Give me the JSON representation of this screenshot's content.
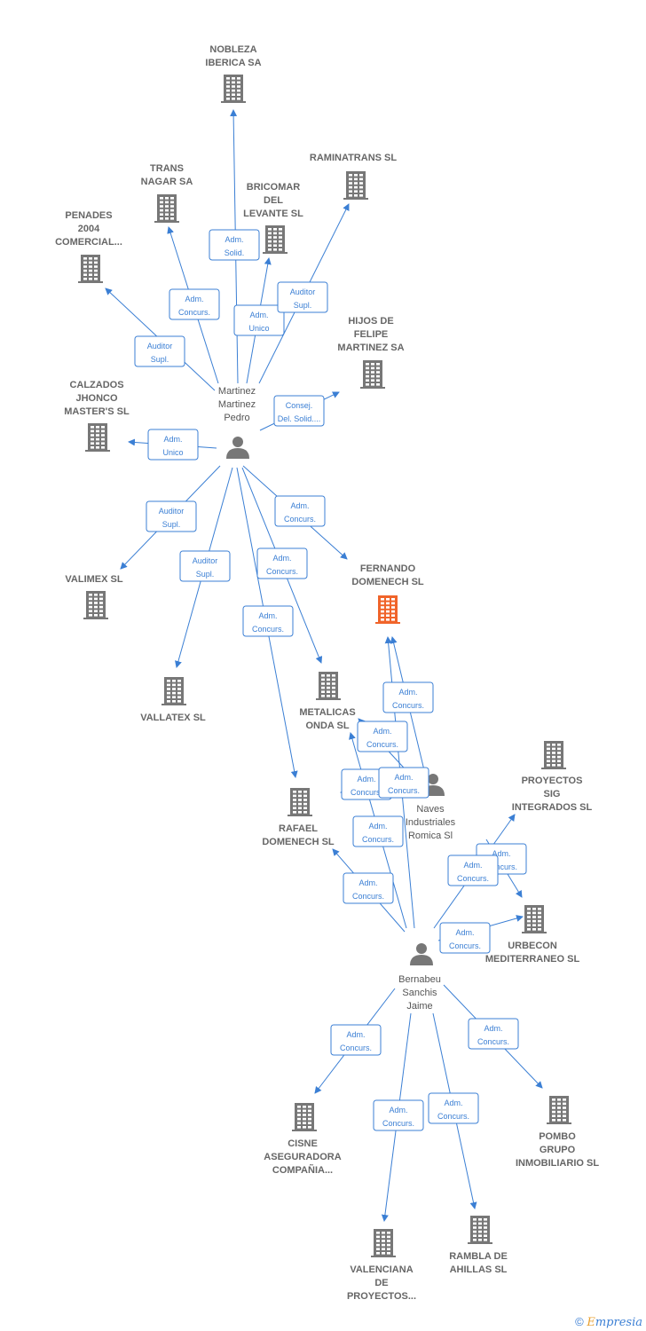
{
  "colors": {
    "edge": "#3b7fd4",
    "building": "#777777",
    "focus": "#f0642a",
    "person": "#777777"
  },
  "footer": {
    "symbol": "©",
    "brand_e": "E",
    "brand_rest": "mpresia"
  },
  "companies": [
    {
      "id": "nobleza",
      "lines": [
        "NOBLEZA",
        "IBERICA SA"
      ]
    },
    {
      "id": "trans",
      "lines": [
        "TRANS",
        "NAGAR SA"
      ]
    },
    {
      "id": "bricomar",
      "lines": [
        "BRICOMAR",
        "DEL",
        "LEVANTE SL"
      ]
    },
    {
      "id": "raminatrans",
      "lines": [
        "RAMINATRANS SL"
      ]
    },
    {
      "id": "penades",
      "lines": [
        "PENADES",
        "2004",
        "COMERCIAL..."
      ]
    },
    {
      "id": "hijos",
      "lines": [
        "HIJOS DE",
        "FELIPE",
        "MARTINEZ SA"
      ]
    },
    {
      "id": "calzados",
      "lines": [
        "CALZADOS",
        "JHONCO",
        "MASTER'S SL"
      ]
    },
    {
      "id": "valimex",
      "lines": [
        "VALIMEX SL"
      ]
    },
    {
      "id": "fernando",
      "lines": [
        "FERNANDO",
        "DOMENECH SL"
      ],
      "focus": true
    },
    {
      "id": "vallatex",
      "lines": [
        "VALLATEX SL"
      ]
    },
    {
      "id": "metalicas",
      "lines": [
        "METALICAS",
        "ONDA SL"
      ]
    },
    {
      "id": "rafael",
      "lines": [
        "RAFAEL",
        "DOMENECH SL"
      ]
    },
    {
      "id": "proyectos_sig",
      "lines": [
        "PROYECTOS",
        "SIG",
        "INTEGRADOS SL"
      ]
    },
    {
      "id": "urbecon",
      "lines": [
        "URBECON",
        "MEDITERRANEO SL"
      ]
    },
    {
      "id": "cisne",
      "lines": [
        "CISNE",
        "ASEGURADORA",
        "COMPAÑIA..."
      ]
    },
    {
      "id": "pombo",
      "lines": [
        "POMBO",
        "GRUPO",
        "INMOBILIARIO SL"
      ]
    },
    {
      "id": "valenciana",
      "lines": [
        "VALENCIANA",
        "DE",
        "PROYECTOS..."
      ]
    },
    {
      "id": "rambla",
      "lines": [
        "RAMBLA DE",
        "AHILLAS SL"
      ]
    }
  ],
  "persons": [
    {
      "id": "martinez",
      "lines": [
        "Martinez",
        "Martinez",
        "Pedro"
      ]
    },
    {
      "id": "naves",
      "lines": [
        "Naves",
        "Industriales",
        "Romica Sl"
      ]
    },
    {
      "id": "bernabeu",
      "lines": [
        "Bernabeu",
        "Sanchis",
        "Jaime"
      ]
    }
  ],
  "relations": [
    {
      "from": "martinez",
      "to": "nobleza",
      "label": [
        "Adm.",
        "Solid."
      ]
    },
    {
      "from": "martinez",
      "to": "trans",
      "label": [
        "Adm.",
        "Concurs."
      ]
    },
    {
      "from": "martinez",
      "to": "bricomar",
      "label": [
        "Adm.",
        "Unico"
      ]
    },
    {
      "from": "martinez",
      "to": "raminatrans",
      "label": [
        "Auditor",
        "Supl."
      ]
    },
    {
      "from": "martinez",
      "to": "penades",
      "label": [
        "Auditor",
        "Supl."
      ]
    },
    {
      "from": "martinez",
      "to": "hijos",
      "label": [
        "Consej.",
        "Del. Solid...."
      ]
    },
    {
      "from": "martinez",
      "to": "calzados",
      "label": [
        "Adm.",
        "Unico"
      ]
    },
    {
      "from": "martinez",
      "to": "valimex",
      "label": [
        "Auditor",
        "Supl."
      ]
    },
    {
      "from": "martinez",
      "to": "fernando",
      "label": [
        "Adm.",
        "Concurs."
      ]
    },
    {
      "from": "martinez",
      "to": "vallatex",
      "label": [
        "Auditor",
        "Supl."
      ]
    },
    {
      "from": "martinez",
      "to": "metalicas",
      "label": [
        "Adm.",
        "Concurs."
      ]
    },
    {
      "from": "martinez",
      "to": "rafael",
      "label": [
        "Adm.",
        "Concurs."
      ]
    },
    {
      "from": "naves",
      "to": "fernando",
      "label": [
        "Adm.",
        "Concurs."
      ]
    },
    {
      "from": "naves",
      "to": "metalicas",
      "label": [
        "Adm.",
        "Concurs."
      ]
    },
    {
      "from": "naves",
      "to": "rafael",
      "label": [
        "Adm.",
        "Concurs."
      ]
    },
    {
      "from": "bernabeu",
      "to": "fernando",
      "label": [
        "Adm.",
        "Concurs."
      ]
    },
    {
      "from": "bernabeu",
      "to": "metalicas",
      "label": [
        "Adm.",
        "Concurs."
      ]
    },
    {
      "from": "bernabeu",
      "to": "rafael",
      "label": [
        "Adm.",
        "Concurs."
      ]
    },
    {
      "from": "naves",
      "to": "urbecon",
      "label": [
        "Adm.",
        "Concurs."
      ]
    },
    {
      "from": "bernabeu",
      "to": "proyectos_sig",
      "label": [
        "Adm.",
        "Concurs."
      ]
    },
    {
      "from": "bernabeu",
      "to": "urbecon",
      "label": [
        "Adm.",
        "Concurs."
      ]
    },
    {
      "from": "bernabeu",
      "to": "cisne",
      "label": [
        "Adm.",
        "Concurs."
      ]
    },
    {
      "from": "bernabeu",
      "to": "valenciana",
      "label": [
        "Adm.",
        "Concurs."
      ]
    },
    {
      "from": "bernabeu",
      "to": "rambla",
      "label": [
        "Adm.",
        "Concurs."
      ]
    },
    {
      "from": "bernabeu",
      "to": "pombo",
      "label": [
        "Adm.",
        "Concurs."
      ]
    }
  ]
}
